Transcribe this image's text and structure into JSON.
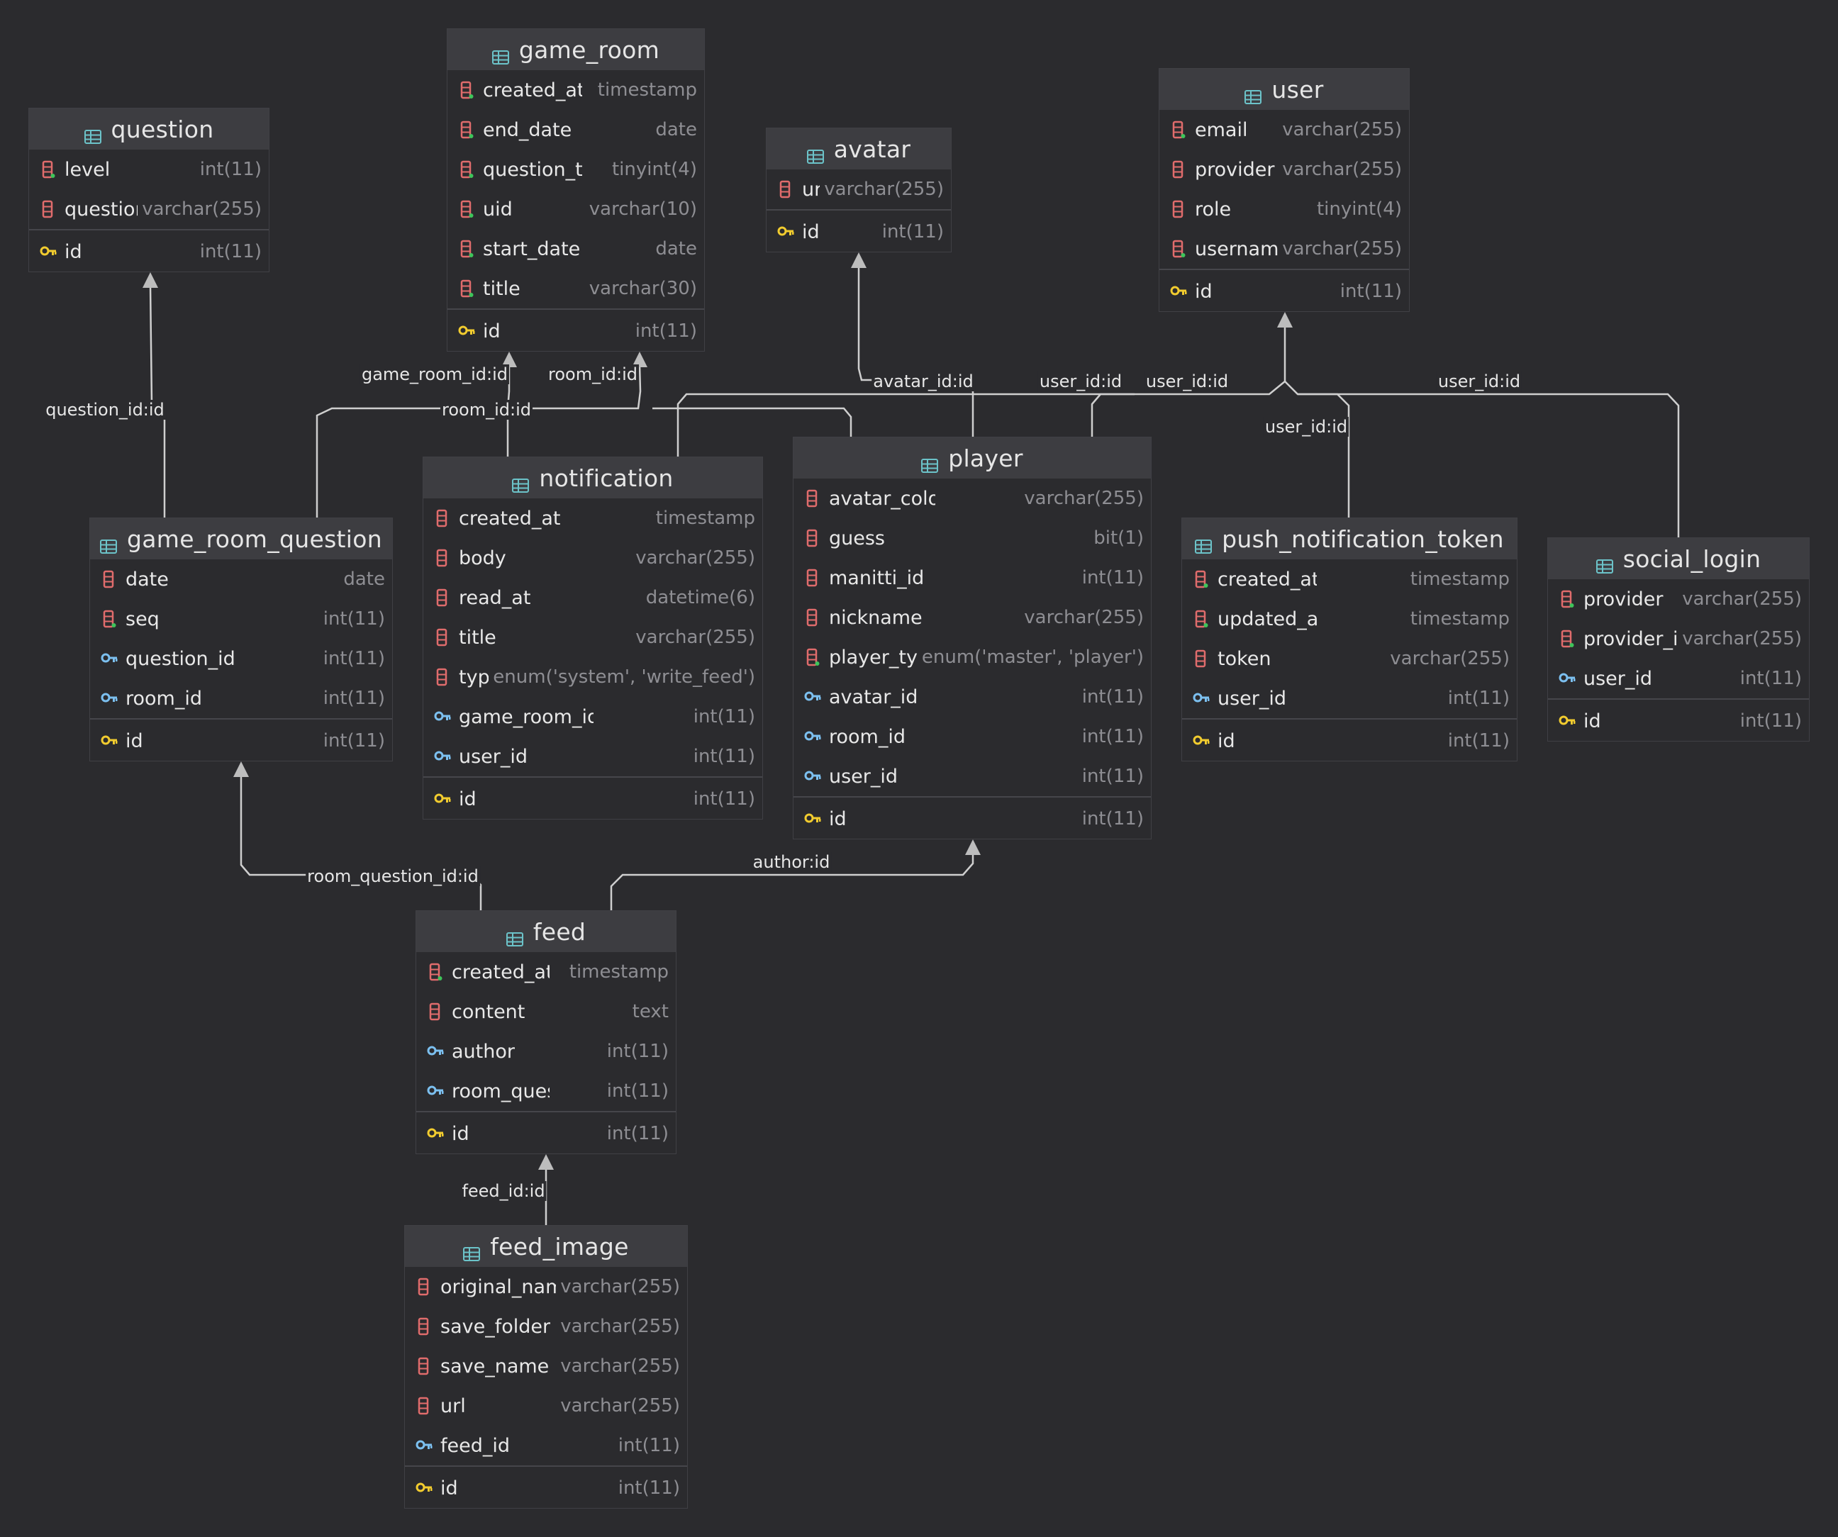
{
  "colors": {
    "background": "#2b2b2e",
    "header": "#3d3d41",
    "column_icon": "#e06c6c",
    "fk_icon": "#7cc0f0",
    "pk_icon": "#f2cc2f",
    "table_icon": "#6cc3c9",
    "edge": "#cfcfcf"
  },
  "tables": [
    {
      "name": "question",
      "columns": [
        {
          "name": "level",
          "type": "int(11)",
          "icon": "column-notnull-icon"
        },
        {
          "name": "question",
          "type": "varchar(255)",
          "icon": "column-icon"
        }
      ],
      "pk": {
        "name": "id",
        "type": "int(11)",
        "icon": "primary-key-icon"
      }
    },
    {
      "name": "game_room",
      "columns": [
        {
          "name": "created_at",
          "type": "timestamp",
          "icon": "column-notnull-icon"
        },
        {
          "name": "end_date",
          "type": "date",
          "icon": "column-notnull-icon"
        },
        {
          "name": "question_type",
          "type": "tinyint(4)",
          "icon": "column-notnull-icon"
        },
        {
          "name": "uid",
          "type": "varchar(10)",
          "icon": "column-notnull-icon"
        },
        {
          "name": "start_date",
          "type": "date",
          "icon": "column-notnull-icon"
        },
        {
          "name": "title",
          "type": "varchar(30)",
          "icon": "column-notnull-icon"
        }
      ],
      "pk": {
        "name": "id",
        "type": "int(11)",
        "icon": "primary-key-icon"
      }
    },
    {
      "name": "avatar",
      "columns": [
        {
          "name": "url",
          "type": "varchar(255)",
          "icon": "column-icon"
        }
      ],
      "pk": {
        "name": "id",
        "type": "int(11)",
        "icon": "primary-key-icon"
      }
    },
    {
      "name": "user",
      "columns": [
        {
          "name": "email",
          "type": "varchar(255)",
          "icon": "column-notnull-icon"
        },
        {
          "name": "provider",
          "type": "varchar(255)",
          "icon": "column-icon"
        },
        {
          "name": "role",
          "type": "tinyint(4)",
          "icon": "column-icon"
        },
        {
          "name": "username",
          "type": "varchar(255)",
          "icon": "column-notnull-icon"
        }
      ],
      "pk": {
        "name": "id",
        "type": "int(11)",
        "icon": "primary-key-icon"
      }
    },
    {
      "name": "game_room_question",
      "columns": [
        {
          "name": "date",
          "type": "date",
          "icon": "column-icon"
        },
        {
          "name": "seq",
          "type": "int(11)",
          "icon": "column-notnull-icon"
        },
        {
          "name": "question_id",
          "type": "int(11)",
          "icon": "foreign-key-icon"
        },
        {
          "name": "room_id",
          "type": "int(11)",
          "icon": "foreign-key-icon"
        }
      ],
      "pk": {
        "name": "id",
        "type": "int(11)",
        "icon": "primary-key-icon"
      }
    },
    {
      "name": "notification",
      "columns": [
        {
          "name": "created_at",
          "type": "timestamp",
          "icon": "column-icon"
        },
        {
          "name": "body",
          "type": "varchar(255)",
          "icon": "column-icon"
        },
        {
          "name": "read_at",
          "type": "datetime(6)",
          "icon": "column-icon"
        },
        {
          "name": "title",
          "type": "varchar(255)",
          "icon": "column-icon"
        },
        {
          "name": "type",
          "type": "enum('system', 'write_feed')",
          "icon": "column-icon"
        },
        {
          "name": "game_room_id",
          "type": "int(11)",
          "icon": "foreign-key-icon"
        },
        {
          "name": "user_id",
          "type": "int(11)",
          "icon": "foreign-key-icon"
        }
      ],
      "pk": {
        "name": "id",
        "type": "int(11)",
        "icon": "primary-key-icon"
      }
    },
    {
      "name": "player",
      "columns": [
        {
          "name": "avatar_color",
          "type": "varchar(255)",
          "icon": "column-icon"
        },
        {
          "name": "guess",
          "type": "bit(1)",
          "icon": "column-icon"
        },
        {
          "name": "manitti_id",
          "type": "int(11)",
          "icon": "column-icon"
        },
        {
          "name": "nickname",
          "type": "varchar(255)",
          "icon": "column-icon"
        },
        {
          "name": "player_type",
          "type": "enum('master', 'player')",
          "icon": "column-notnull-icon"
        },
        {
          "name": "avatar_id",
          "type": "int(11)",
          "icon": "foreign-key-icon"
        },
        {
          "name": "room_id",
          "type": "int(11)",
          "icon": "foreign-key-icon"
        },
        {
          "name": "user_id",
          "type": "int(11)",
          "icon": "foreign-key-icon"
        }
      ],
      "pk": {
        "name": "id",
        "type": "int(11)",
        "icon": "primary-key-icon"
      }
    },
    {
      "name": "push_notification_token",
      "columns": [
        {
          "name": "created_at",
          "type": "timestamp",
          "icon": "column-notnull-icon"
        },
        {
          "name": "updated_at",
          "type": "timestamp",
          "icon": "column-notnull-icon"
        },
        {
          "name": "token",
          "type": "varchar(255)",
          "icon": "column-icon"
        },
        {
          "name": "user_id",
          "type": "int(11)",
          "icon": "foreign-key-icon"
        }
      ],
      "pk": {
        "name": "id",
        "type": "int(11)",
        "icon": "primary-key-icon"
      }
    },
    {
      "name": "social_login",
      "columns": [
        {
          "name": "provider",
          "type": "varchar(255)",
          "icon": "column-notnull-icon"
        },
        {
          "name": "provider_id",
          "type": "varchar(255)",
          "icon": "column-notnull-icon"
        },
        {
          "name": "user_id",
          "type": "int(11)",
          "icon": "foreign-key-icon"
        }
      ],
      "pk": {
        "name": "id",
        "type": "int(11)",
        "icon": "primary-key-icon"
      }
    },
    {
      "name": "feed",
      "columns": [
        {
          "name": "created_at",
          "type": "timestamp",
          "icon": "column-notnull-icon"
        },
        {
          "name": "content",
          "type": "text",
          "icon": "column-icon"
        },
        {
          "name": "author",
          "type": "int(11)",
          "icon": "foreign-key-icon"
        },
        {
          "name": "room_question_id",
          "type": "int(11)",
          "icon": "foreign-key-icon"
        }
      ],
      "pk": {
        "name": "id",
        "type": "int(11)",
        "icon": "primary-key-icon"
      }
    },
    {
      "name": "feed_image",
      "columns": [
        {
          "name": "original_name",
          "type": "varchar(255)",
          "icon": "column-icon"
        },
        {
          "name": "save_folder",
          "type": "varchar(255)",
          "icon": "column-icon"
        },
        {
          "name": "save_name",
          "type": "varchar(255)",
          "icon": "column-icon"
        },
        {
          "name": "url",
          "type": "varchar(255)",
          "icon": "column-icon"
        },
        {
          "name": "feed_id",
          "type": "int(11)",
          "icon": "foreign-key-icon"
        }
      ],
      "pk": {
        "name": "id",
        "type": "int(11)",
        "icon": "primary-key-icon"
      }
    }
  ],
  "relations": [
    {
      "from": "game_room_question",
      "to": "question",
      "label": "question_id:id"
    },
    {
      "from": "game_room_question",
      "to": "game_room",
      "label": "room_id:id"
    },
    {
      "from": "notification",
      "to": "game_room",
      "label": "game_room_id:id"
    },
    {
      "from": "player",
      "to": "game_room",
      "label": "room_id:id"
    },
    {
      "from": "player",
      "to": "avatar",
      "label": "avatar_id:id"
    },
    {
      "from": "player",
      "to": "user",
      "label": "user_id:id"
    },
    {
      "from": "notification",
      "to": "user",
      "label": "user_id:id"
    },
    {
      "from": "push_notification_token",
      "to": "user",
      "label": "user_id:id"
    },
    {
      "from": "social_login",
      "to": "user",
      "label": "user_id:id"
    },
    {
      "from": "feed",
      "to": "game_room_question",
      "label": "room_question_id:id"
    },
    {
      "from": "feed",
      "to": "player",
      "label": "author:id"
    },
    {
      "from": "feed_image",
      "to": "feed",
      "label": "feed_id:id"
    }
  ]
}
